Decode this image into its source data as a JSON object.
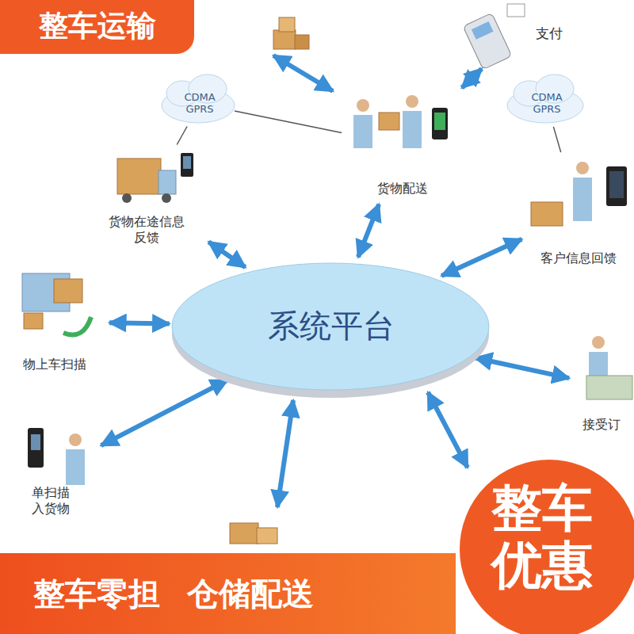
{
  "diagram": {
    "nodes": [
      {
        "text": [
          "整车运输"
        ]
      },
      {
        "text": [
          "CDMA GPRS"
        ]
      },
      {
        "text": [
          "支付"
        ]
      },
      {
        "text": [
          "CDMA GPRS"
        ]
      },
      {
        "text": [
          "货物在途信息 反馈"
        ]
      },
      {
        "text": [
          "货物配送"
        ]
      },
      {
        "text": [
          "客户信息回馈"
        ]
      },
      {
        "text": [
          "系统平台"
        ]
      },
      {
        "text": [
          "物上车扫描"
        ]
      },
      {
        "text": [
          "接受订"
        ]
      },
      {
        "text": [
          "单扫描 入货物"
        ]
      },
      {
        "text": [
          "整车零担",
          "仓储配送"
        ]
      },
      {
        "text": [
          "整车 优惠"
        ]
      }
    ],
    "edges": [
      {
        "from": 7,
        "to": 4,
        "arrow": "both"
      },
      {
        "from": 7,
        "to": 5,
        "arrow": "both"
      },
      {
        "from": 7,
        "to": 6,
        "arrow": "both"
      },
      {
        "from": 7,
        "to": 8,
        "arrow": "both"
      },
      {
        "from": 7,
        "to": 9,
        "arrow": "both"
      },
      {
        "from": 7,
        "to": 10,
        "arrow": "both"
      },
      {
        "from": 5,
        "to": 2,
        "arrow": "both"
      },
      {
        "from": 1,
        "to": 4,
        "arrow": "none"
      },
      {
        "from": 1,
        "to": 5,
        "arrow": "none"
      },
      {
        "from": 3,
        "to": 6,
        "arrow": "none"
      }
    ]
  }
}
